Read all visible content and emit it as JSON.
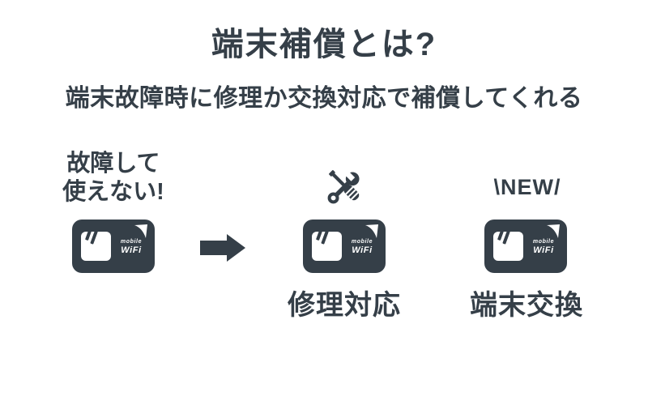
{
  "colors": {
    "ink": "#353f48",
    "background": "#ffffff",
    "device_text": "#ffffff"
  },
  "header": {
    "title": "端末補償とは?",
    "subtitle": "端末故障時に修理か交換対応で補償してくれる"
  },
  "broken_step": {
    "caption_line1": "故障して",
    "caption_line2": "使えない!"
  },
  "device_badge": {
    "brand_line1": "mobile",
    "brand_line2": "WiFi"
  },
  "repair_step": {
    "label": "修理対応"
  },
  "exchange_step": {
    "badge": "\\NEW/",
    "label": "端末交換"
  },
  "icons": {
    "arrow": "right-arrow-icon",
    "tools": "repair-tools-icon",
    "device": "mobile-wifi-device-icon",
    "corner": "folded-corner-icon"
  }
}
